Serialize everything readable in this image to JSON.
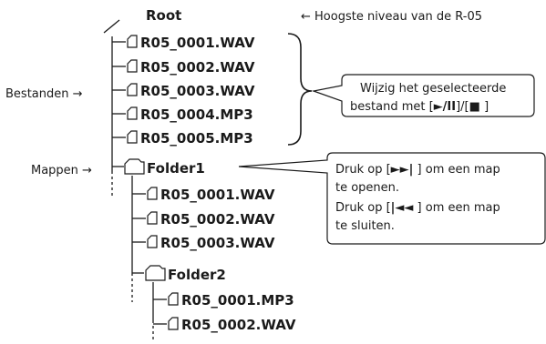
{
  "root": {
    "label": "Root",
    "note": "← Hoogste niveau van de R-05"
  },
  "root_files": [
    "R05_0001.WAV",
    "R05_0002.WAV",
    "R05_0003.WAV",
    "R05_0004.MP3",
    "R05_0005.MP3"
  ],
  "folder1": {
    "label": "Folder1",
    "files": [
      "R05_0001.WAV",
      "R05_0002.WAV",
      "R05_0003.WAV"
    ]
  },
  "folder2": {
    "label": "Folder2",
    "files": [
      "R05_0001.MP3",
      "R05_0002.WAV"
    ]
  },
  "side_labels": {
    "files": "Bestanden →",
    "folders": "Mappen →"
  },
  "callout_files": {
    "line1": "Wijzig het geselecteerde",
    "line2_prefix": "bestand met [",
    "play_pause_symbol": "►/II",
    "line2_middle": "]/[",
    "stop_symbol": "■",
    "line2_suffix": " ]"
  },
  "callout_folders": {
    "line1_prefix": "Druk op [",
    "next_symbol": "►►|",
    "line1_suffix": " ] om een map",
    "line2": "te openen.",
    "line3_prefix": "Druk op [",
    "prev_symbol": "|◄◄",
    "line3_suffix": " ] om een map",
    "line4": "te sluiten."
  },
  "icons": [
    "file-icon",
    "folder-icon",
    "brace-icon",
    "callout-bubble-icon"
  ]
}
